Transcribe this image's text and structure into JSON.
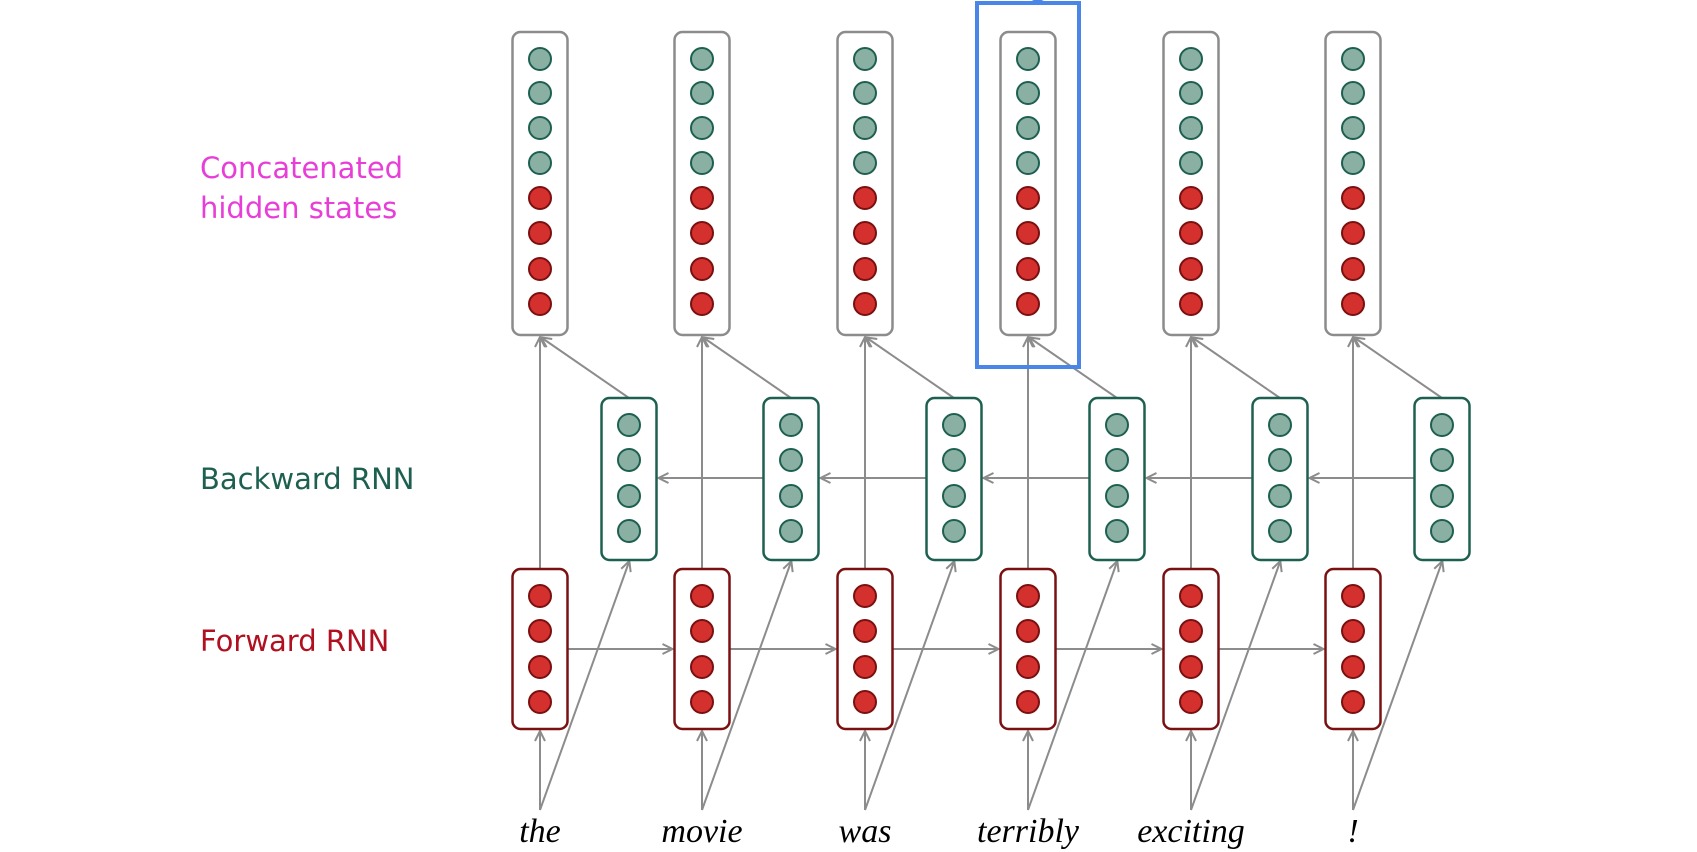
{
  "labels": {
    "concatenated": [
      "Concatenated",
      "hidden states"
    ],
    "backward": "Backward RNN",
    "forward": "Forward RNN"
  },
  "words": [
    "the",
    "movie",
    "was",
    "terribly",
    "exciting",
    "!"
  ],
  "highlighted_index": 3,
  "units": {
    "forward": 4,
    "backward": 4
  },
  "colors": {
    "concat_label": "#e83ed8",
    "backward_label": "#1e6050",
    "forward_label": "#b01020",
    "teal_fill": "#8ab0a3",
    "teal_stroke": "#1e6050",
    "red_fill": "#d4302e",
    "red_stroke": "#7a1010",
    "box_gray": "#8c8c8c",
    "forward_box": "#7a1010",
    "backward_box": "#1e6050",
    "arrow": "#8c8c8c",
    "highlight": "#4a86e8",
    "text": "#000000"
  }
}
